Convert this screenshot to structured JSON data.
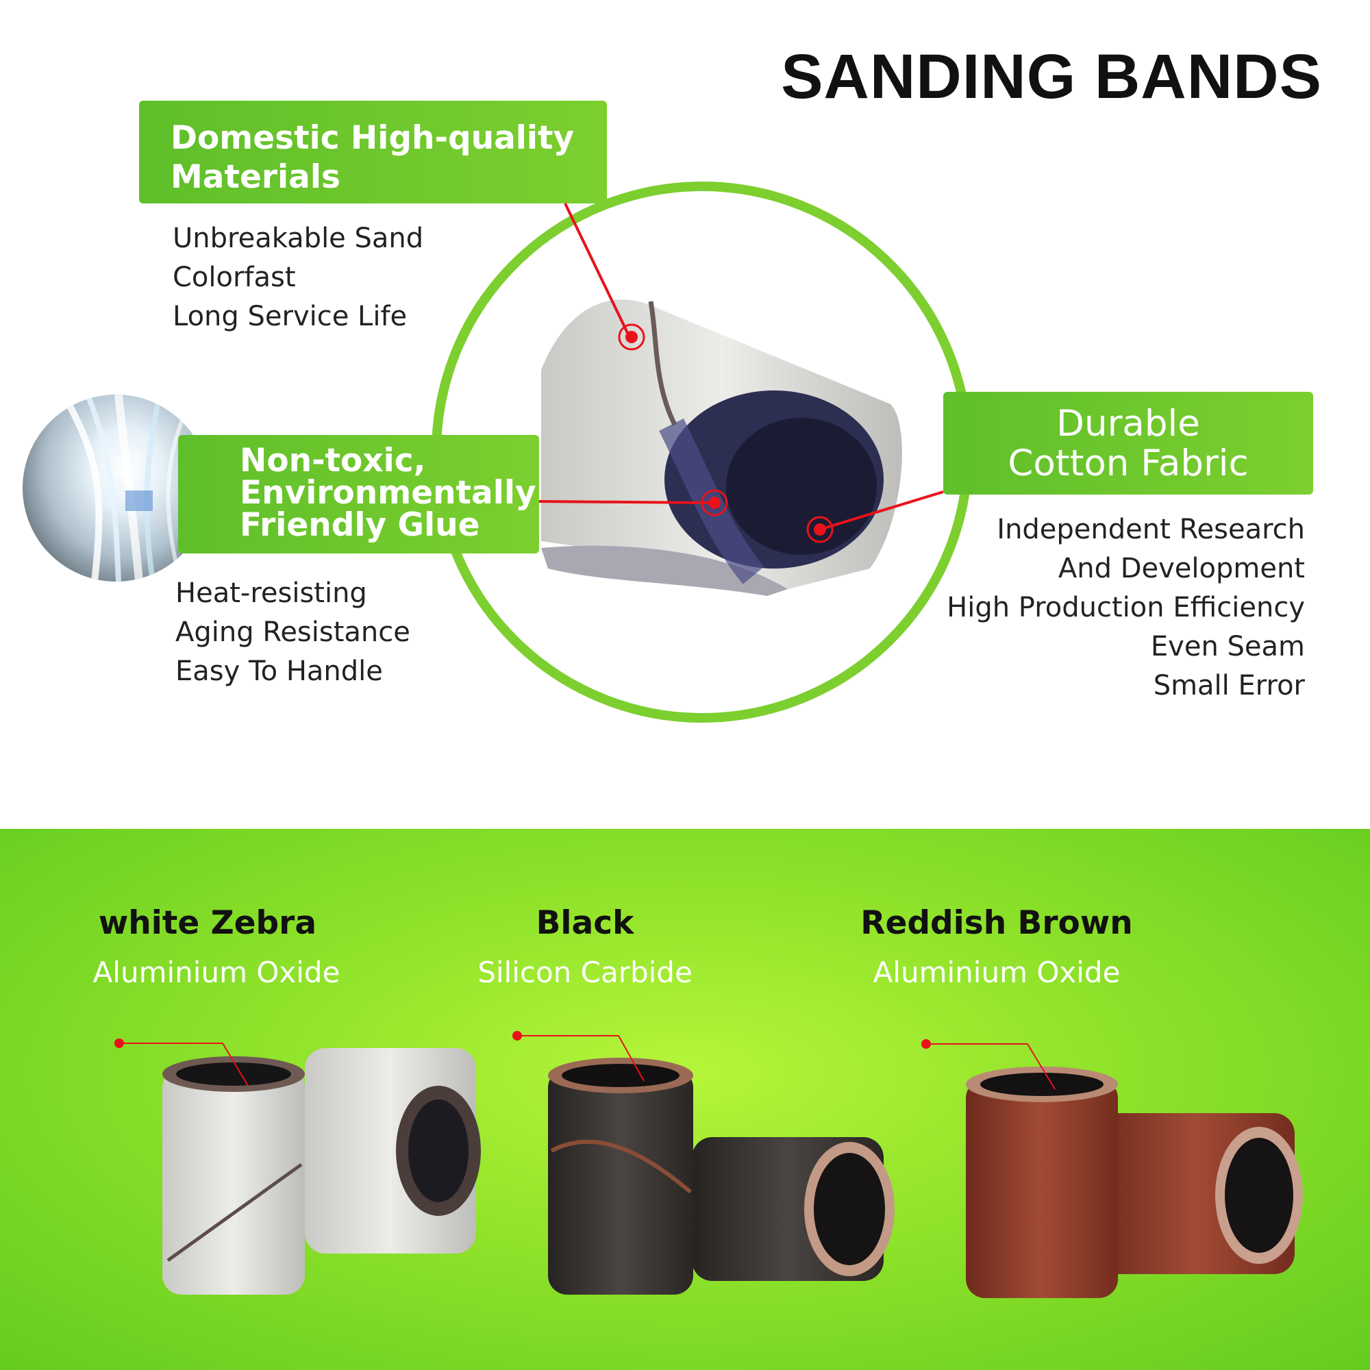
{
  "title": "SANDING BANDS",
  "features": [
    {
      "heading_lines": [
        "Domestic High-quality",
        "Materials"
      ],
      "points": [
        "Unbreakable Sand",
        "Colorfast",
        "Long Service Life"
      ]
    },
    {
      "heading_lines": [
        "Non-toxic,",
        "Environmentally",
        "Friendly Glue"
      ],
      "points": [
        "Heat-resisting",
        "Aging Resistance",
        "Easy To Handle"
      ]
    },
    {
      "heading_lines": [
        "Durable",
        "Cotton Fabric"
      ],
      "points": [
        "Independent Research",
        "And Development",
        "High Production Efficiency",
        "Even Seam",
        "Small Error"
      ]
    }
  ],
  "variants": [
    {
      "name": "white Zebra",
      "material": "Aluminium Oxide"
    },
    {
      "name": "Black",
      "material": "Silicon Carbide"
    },
    {
      "name": "Reddish Brown",
      "material": "Aluminium Oxide"
    }
  ],
  "colors": {
    "accent_green": "#7ccf2f",
    "pointer_red": "#e8121b",
    "band_white": "#d9d9d6",
    "band_black": "#3a3634",
    "band_brown": "#8c3a28"
  }
}
